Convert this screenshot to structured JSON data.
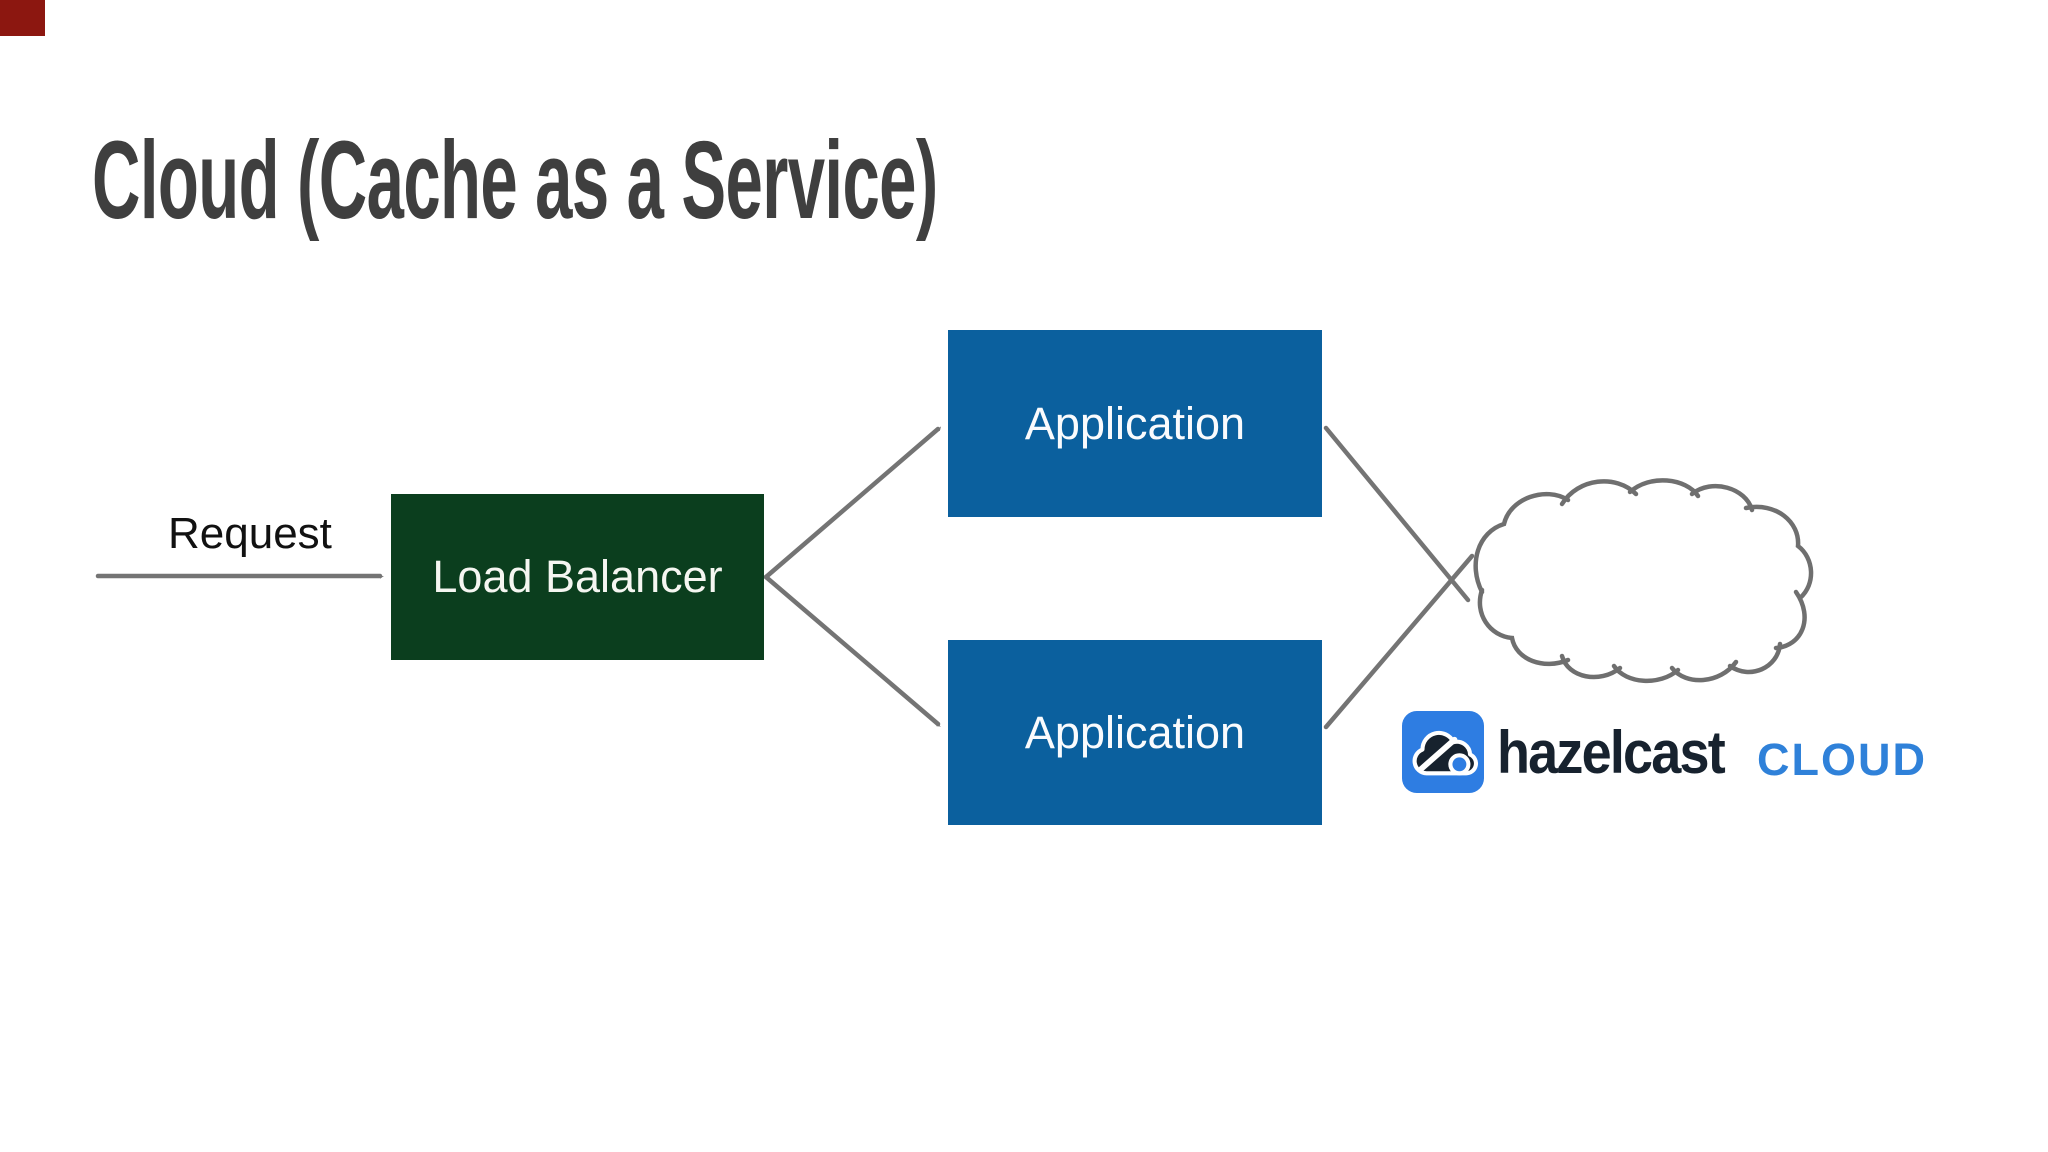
{
  "slide": {
    "title": "Cloud (Cache as a Service)",
    "title_color": "#3f3f3f",
    "background": "#ffffff"
  },
  "diagram": {
    "request": {
      "label": "Request"
    },
    "load_balancer": {
      "label": "Load Balancer",
      "fill": "#0b3e1e",
      "text_color": "#f5f6f1"
    },
    "applications": [
      {
        "label": "Application"
      },
      {
        "label": "Application"
      }
    ],
    "application_fill": "#0b609e",
    "application_text_color": "#fafbfd",
    "arrow_color": "#747474",
    "cloud": {
      "stroke": "#6f6f6f",
      "fill": "#ffffff"
    }
  },
  "logo": {
    "brand": "hazelcast",
    "product": "CLOUD",
    "brand_color": "#17222e",
    "product_color": "#2f81d9",
    "icon_background": "#2e7de2",
    "icon_glyph_dark": "#17222e",
    "icon_glyph_light": "#ffffff"
  },
  "decorations": {
    "corner_marker_color": "#8c1710"
  }
}
